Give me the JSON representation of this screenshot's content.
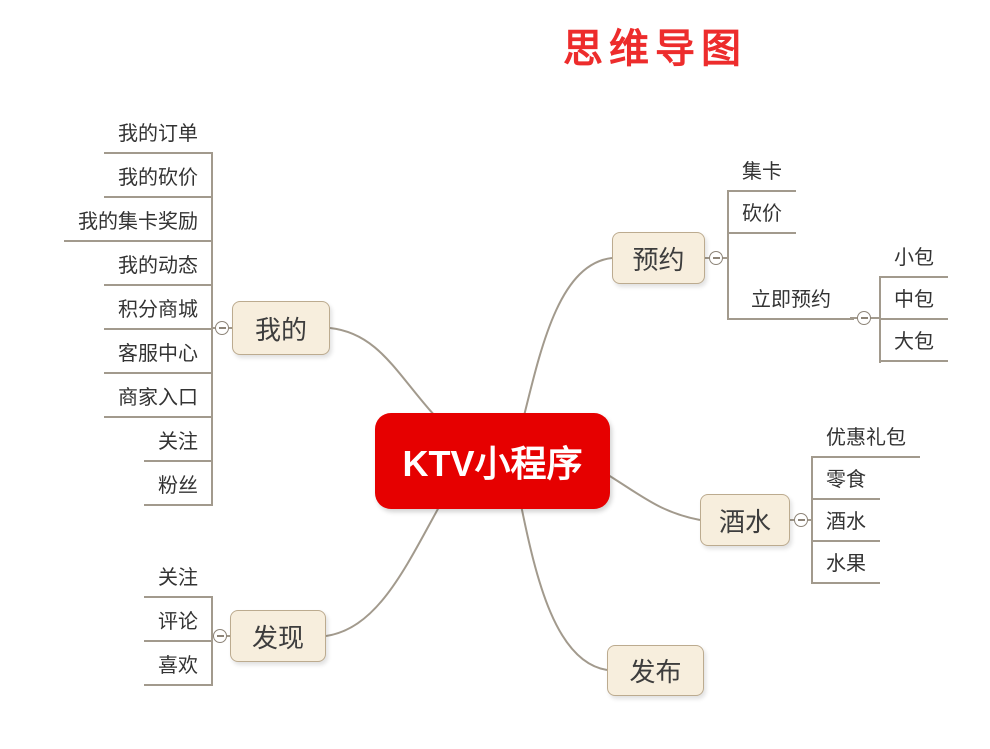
{
  "title": "思维导图",
  "center": {
    "label": "KTV小程序"
  },
  "branches": [
    {
      "label": "我的",
      "children": [
        "我的订单",
        "我的砍价",
        "我的集卡奖励",
        "我的动态",
        "积分商城",
        "客服中心",
        "商家入口",
        "关注",
        "粉丝"
      ]
    },
    {
      "label": "预约",
      "children": [
        "集卡",
        "砍价"
      ],
      "sub_branch": {
        "label": "立即预约",
        "children": [
          "小包",
          "中包",
          "大包"
        ]
      }
    },
    {
      "label": "酒水",
      "children": [
        "优惠礼包",
        "零食",
        "酒水",
        "水果"
      ]
    },
    {
      "label": "发布"
    },
    {
      "label": "发现",
      "children": [
        "关注",
        "评论",
        "喜欢"
      ]
    }
  ],
  "colors": {
    "red": "#e60000",
    "title_red": "#ed2c2c",
    "node_bg": "#f7eedd",
    "node_border": "#bcab8f",
    "line": "#a29a8d",
    "text": "#333333"
  }
}
